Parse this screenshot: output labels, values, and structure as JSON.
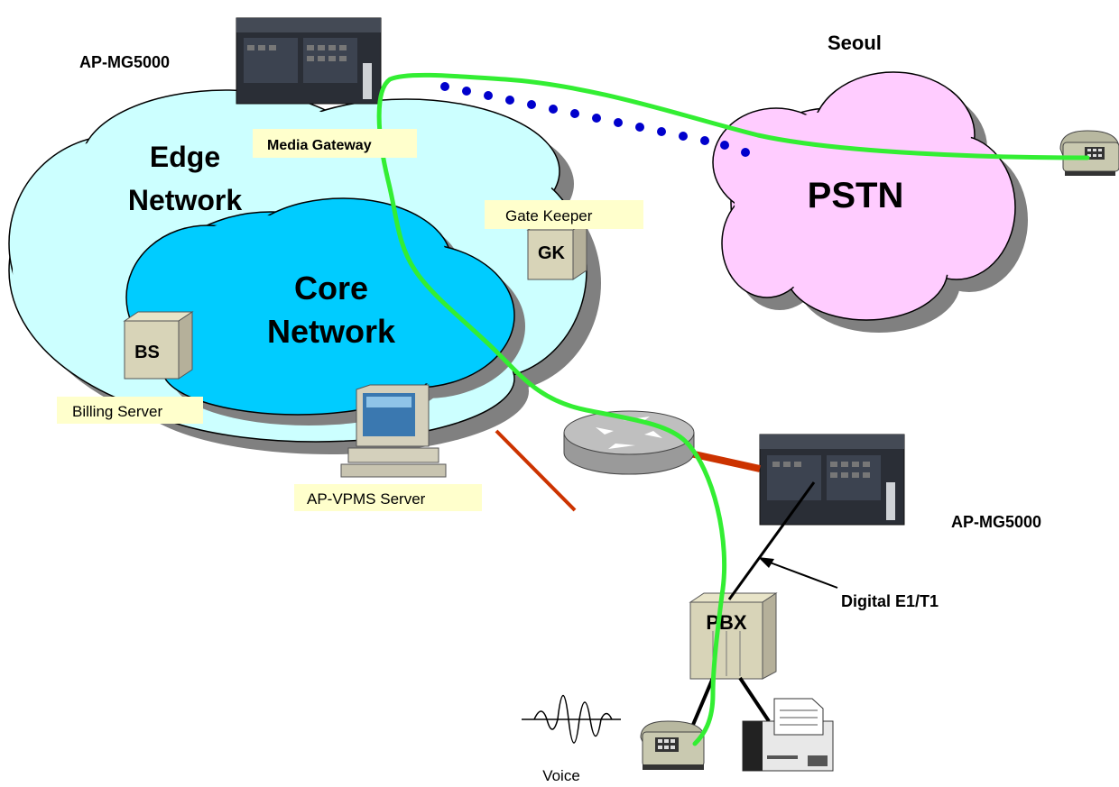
{
  "devices": {
    "gateway_top_label": "AP-MG5000",
    "gateway_bottom_label": "AP-MG5000",
    "gatekeeper_box": "GK",
    "billing_box": "BS",
    "pbx_box": "PBX"
  },
  "clouds": {
    "edge_line1": "Edge",
    "edge_line2": "Network",
    "core_line1": "Core",
    "core_line2": "Network",
    "pstn": "PSTN"
  },
  "labels": {
    "seoul": "Seoul",
    "media_gateway": "Media Gateway",
    "gate_keeper": "Gate Keeper",
    "billing_server": "Billing Server",
    "vpms_server": "AP-VPMS Server",
    "digital_link": "Digital E1/T1",
    "voice": "Voice"
  },
  "colors": {
    "edge_cloud": "#ccffff",
    "core_cloud": "#00ccff",
    "pstn_cloud": "#ffccff",
    "call_path": "#33ee33",
    "dotted_path": "#0000cc",
    "red_link": "#cc3300",
    "label_bg": "#ffffcc"
  }
}
